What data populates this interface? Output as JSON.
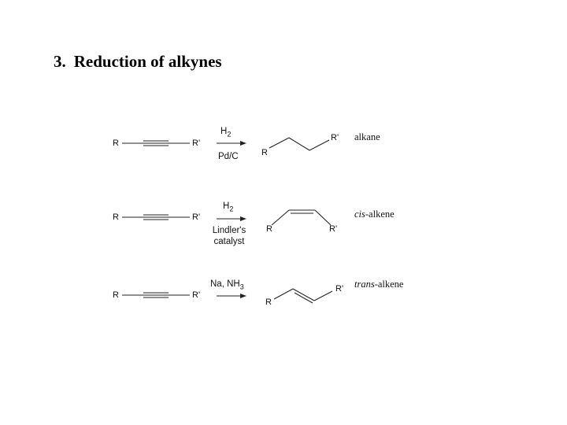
{
  "title": {
    "number": "3.",
    "text": "Reduction of alkynes"
  },
  "reactions": [
    {
      "reactant": {
        "left": "R",
        "right": "R'"
      },
      "reagent_top": "H",
      "reagent_top_sub": "2",
      "reagent_bottom": "Pd/C",
      "product": {
        "left": "R",
        "right": "R'"
      },
      "product_name_prefix": "",
      "product_name": "alkane"
    },
    {
      "reactant": {
        "left": "R",
        "right": "R'"
      },
      "reagent_top": "H",
      "reagent_top_sub": "2",
      "reagent_bottom_line1": "Lindler's",
      "reagent_bottom_line2": "catalyst",
      "product": {
        "left": "R",
        "right": "R'"
      },
      "product_name_prefix": "cis",
      "product_name": "-alkene"
    },
    {
      "reactant": {
        "left": "R",
        "right": "R'"
      },
      "reagent_top": "Na, NH",
      "reagent_top_sub": "3",
      "product": {
        "left": "R",
        "right": "R'"
      },
      "product_name_prefix": "trans",
      "product_name": "-alkene"
    }
  ]
}
